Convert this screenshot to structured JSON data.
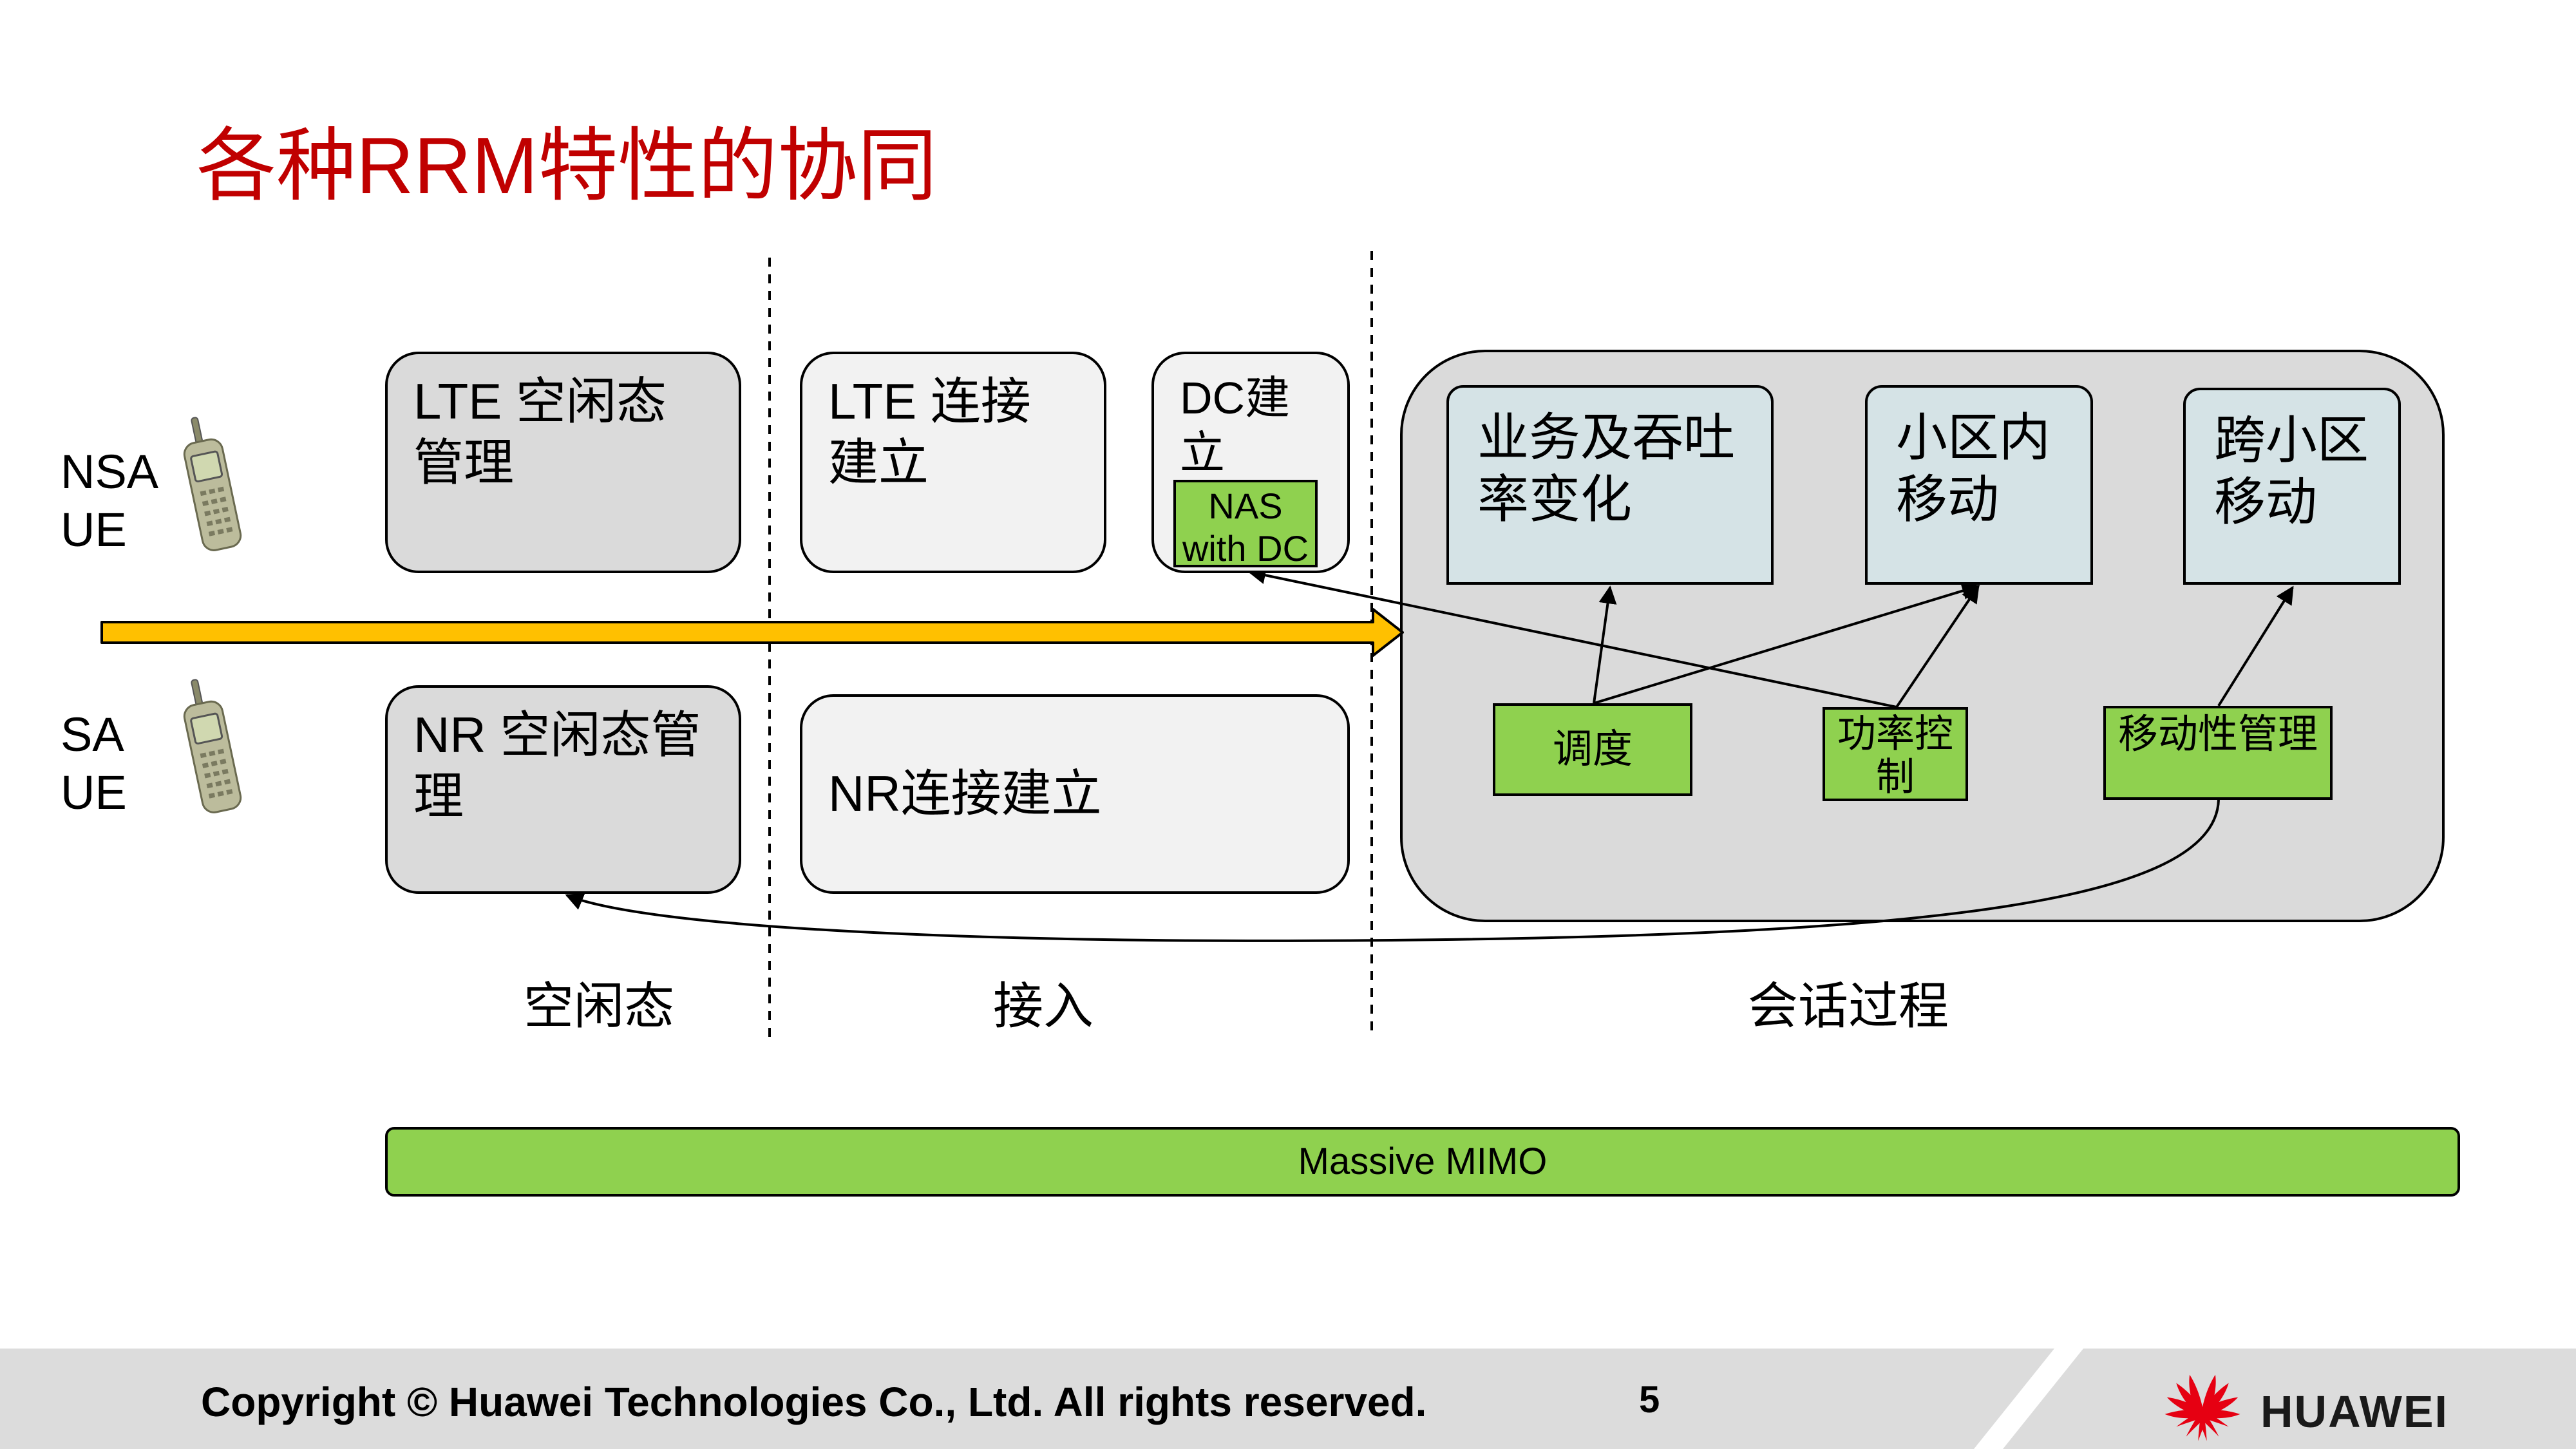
{
  "title": "各种RRM特性的协同",
  "ue": {
    "nsa": [
      "NSA",
      "UE"
    ],
    "sa": [
      "SA",
      "UE"
    ]
  },
  "top_row": {
    "lte_idle": "LTE 空闲态管理",
    "lte_connect": "LTE 连接建立",
    "dc_setup": "DC建立",
    "nas_with_dc": [
      "NAS",
      "with DC"
    ]
  },
  "bottom_row": {
    "nr_idle": "NR 空闲态管理",
    "nr_connect": "NR连接建立"
  },
  "session": {
    "service_throughput": "业务及吞吐率变化",
    "intra_cell_mobility": "小区内移动",
    "inter_cell_mobility": "跨小区移动",
    "scheduling": "调度",
    "power_control": [
      "功率控",
      "制"
    ],
    "mobility_management": "移动性管理"
  },
  "phases": {
    "idle": "空闲态",
    "access": "接入",
    "session": "会话过程"
  },
  "massive_mimo": "Massive MIMO",
  "footer": {
    "copyright": "Copyright © Huawei Technologies Co., Ltd. All rights reserved.",
    "page": "5",
    "brand": "HUAWEI"
  },
  "colors": {
    "title": "#c00000",
    "arrow_bar": "#ffc000",
    "green_box": "#8fd14f",
    "blue_box": "#d5e3e6",
    "gray_box": "#dadada",
    "huawei_red": "#e60012"
  },
  "icons": {
    "ue_device": "mobile-phone-icon",
    "logo": "huawei-logo-icon"
  }
}
